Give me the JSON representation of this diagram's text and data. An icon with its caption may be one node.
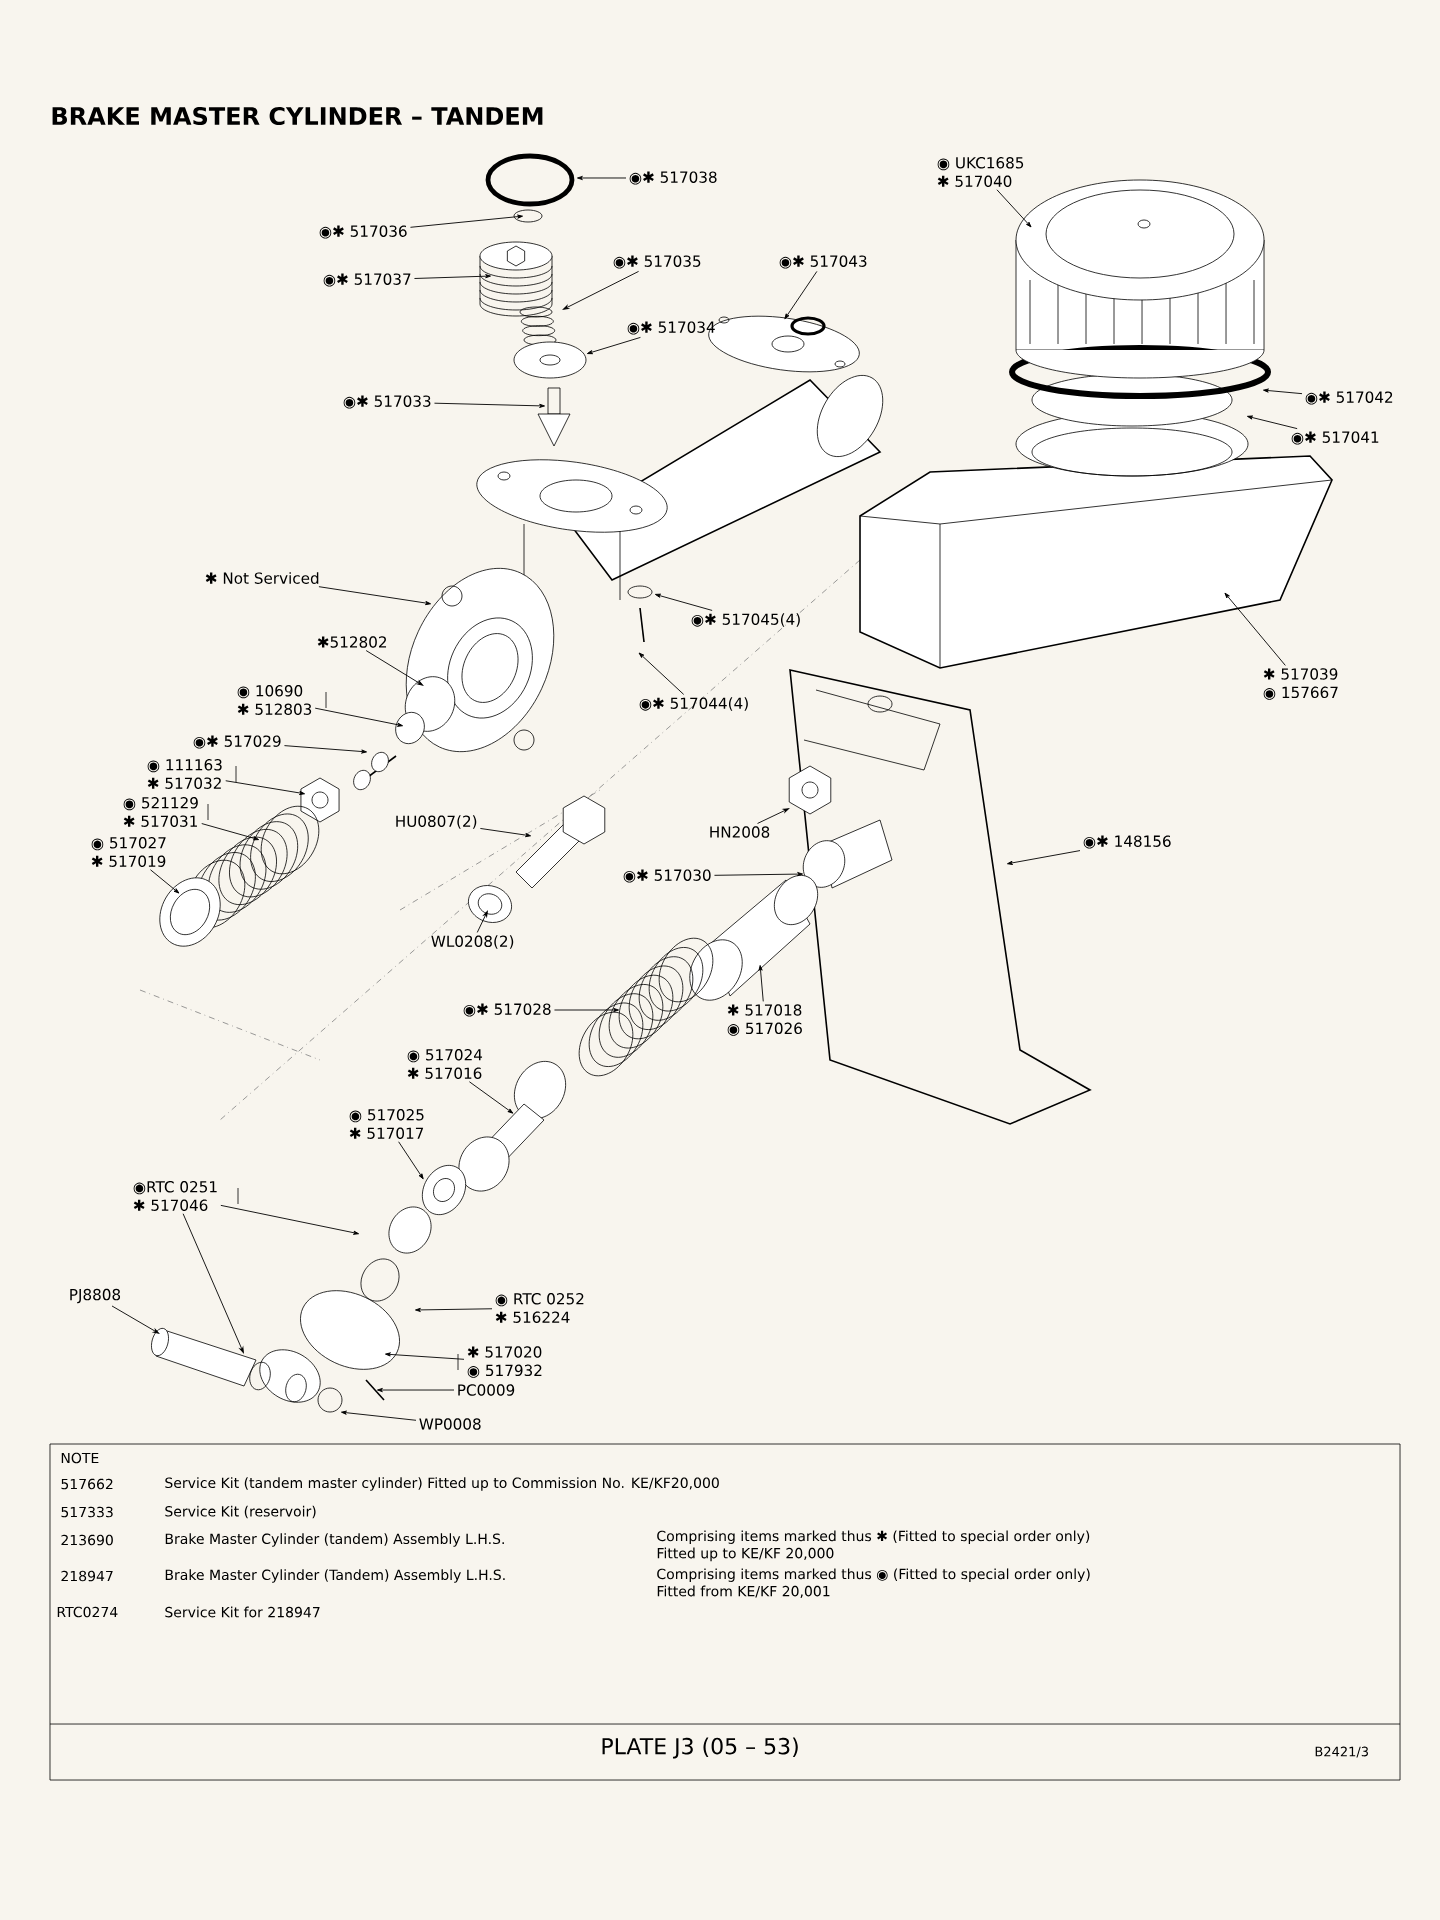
{
  "diagram": {
    "title": "BRAKE MASTER CYLINDER – TANDEM",
    "nodes": [
      {
        "text": [
          "◉✱ 517038"
        ]
      },
      {
        "text": [
          "◉✱ 517036"
        ]
      },
      {
        "text": [
          "◉✱ 517037"
        ]
      },
      {
        "text": [
          "◉✱ 517035"
        ]
      },
      {
        "text": [
          "◉✱ 517043"
        ]
      },
      {
        "text": [
          "◉✱ 517034"
        ]
      },
      {
        "text": [
          "◉✱ 517033"
        ]
      },
      {
        "text": [
          "◉ UKC1685",
          "✱ 517040"
        ]
      },
      {
        "text": [
          "◉✱ 517042"
        ]
      },
      {
        "text": [
          "◉✱ 517041"
        ]
      },
      {
        "text": [
          "✱ 517039",
          "◉ 157667"
        ]
      },
      {
        "text": [
          "✱ Not Serviced"
        ]
      },
      {
        "text": [
          "◉✱ 517045(4)"
        ]
      },
      {
        "text": [
          "◉✱ 517044(4)"
        ]
      },
      {
        "text": [
          "✱512802"
        ]
      },
      {
        "text": [
          "◉ 10690",
          "✱ 512803"
        ]
      },
      {
        "text": [
          "◉✱ 517029"
        ]
      },
      {
        "text": [
          "◉ 111163",
          "✱ 517032"
        ]
      },
      {
        "text": [
          "◉ 521129",
          "✱ 517031"
        ]
      },
      {
        "text": [
          "◉ 517027",
          "✱ 517019"
        ]
      },
      {
        "text": [
          "HU0807(2)"
        ]
      },
      {
        "text": [
          "WL0208(2)"
        ]
      },
      {
        "text": [
          "HN2008"
        ]
      },
      {
        "text": [
          "◉✱ 517030"
        ]
      },
      {
        "text": [
          "◉✱ 148156"
        ]
      },
      {
        "text": [
          "◉✱ 517028"
        ]
      },
      {
        "text": [
          "✱ 517018",
          "◉ 517026"
        ]
      },
      {
        "text": [
          "◉ 517024",
          "✱ 517016"
        ]
      },
      {
        "text": [
          "◉ 517025",
          "✱ 517017"
        ]
      },
      {
        "text": [
          "◉RTC 0251",
          "✱ 517046"
        ]
      },
      {
        "text": [
          "PJ8808"
        ]
      },
      {
        "text": [
          "◉ RTC 0252",
          "✱ 516224"
        ]
      },
      {
        "text": [
          "✱ 517020",
          "◉ 517932"
        ]
      },
      {
        "text": [
          "PC0009"
        ]
      },
      {
        "text": [
          "WP0008"
        ]
      }
    ],
    "edges": [
      {
        "from": 0,
        "to": null,
        "arrow": "to"
      },
      {
        "from": 1,
        "to": null,
        "arrow": "to"
      },
      {
        "from": 2,
        "to": null,
        "arrow": "to"
      },
      {
        "from": 3,
        "to": null,
        "arrow": "to"
      },
      {
        "from": 4,
        "to": null,
        "arrow": "to"
      },
      {
        "from": 5,
        "to": null,
        "arrow": "to"
      },
      {
        "from": 6,
        "to": null,
        "arrow": "to"
      },
      {
        "from": 7,
        "to": null,
        "arrow": "to"
      },
      {
        "from": 8,
        "to": null,
        "arrow": "to"
      },
      {
        "from": 9,
        "to": null,
        "arrow": "to"
      },
      {
        "from": 10,
        "to": null,
        "arrow": "to"
      },
      {
        "from": 11,
        "to": null,
        "arrow": "to"
      },
      {
        "from": 12,
        "to": null,
        "arrow": "to"
      },
      {
        "from": 13,
        "to": null,
        "arrow": "to"
      },
      {
        "from": 14,
        "to": null,
        "arrow": "to"
      },
      {
        "from": 15,
        "to": null,
        "arrow": "to"
      },
      {
        "from": 16,
        "to": null,
        "arrow": "to"
      },
      {
        "from": 17,
        "to": null,
        "arrow": "to"
      },
      {
        "from": 18,
        "to": null,
        "arrow": "to"
      },
      {
        "from": 19,
        "to": null,
        "arrow": "to"
      },
      {
        "from": 20,
        "to": null,
        "arrow": "to"
      },
      {
        "from": 21,
        "to": null,
        "arrow": "to"
      },
      {
        "from": 22,
        "to": null,
        "arrow": "to"
      },
      {
        "from": 23,
        "to": null,
        "arrow": "to"
      },
      {
        "from": 24,
        "to": null,
        "arrow": "to"
      },
      {
        "from": 25,
        "to": null,
        "arrow": "to"
      },
      {
        "from": 26,
        "to": null,
        "arrow": "to"
      },
      {
        "from": 27,
        "to": null,
        "arrow": "to"
      },
      {
        "from": 28,
        "to": null,
        "arrow": "to"
      },
      {
        "from": 29,
        "to": null,
        "arrow": "to"
      },
      {
        "from": 29,
        "to": null,
        "arrow": "to"
      },
      {
        "from": 30,
        "to": null,
        "arrow": "to"
      },
      {
        "from": 31,
        "to": null,
        "arrow": "to"
      },
      {
        "from": 32,
        "to": null,
        "arrow": "to"
      },
      {
        "from": 33,
        "to": null,
        "arrow": "to"
      },
      {
        "from": 34,
        "to": null,
        "arrow": "to"
      }
    ],
    "labels": [
      "NOTE",
      "517662",
      "Service Kit (tandem master cylinder) Fitted up to Commission No. KE/KF20,000",
      "517333",
      "Service Kit (reservoir)",
      "213690",
      "Brake Master Cylinder (tandem) Assembly L.H.S.",
      "Comprising items marked thus ✱ (Fitted to special order only) Fitted up to KE/KF 20,000",
      "218947",
      "Brake Master Cylinder (Tandem) Assembly L.H.S.",
      "Comprising items marked thus ◉ (Fitted to special order only) Fitted from KE/KF 20,001",
      "RTC0274",
      "Service Kit for 218947",
      "PLATE J3 (05 – 53)",
      "B2421/3"
    ]
  }
}
